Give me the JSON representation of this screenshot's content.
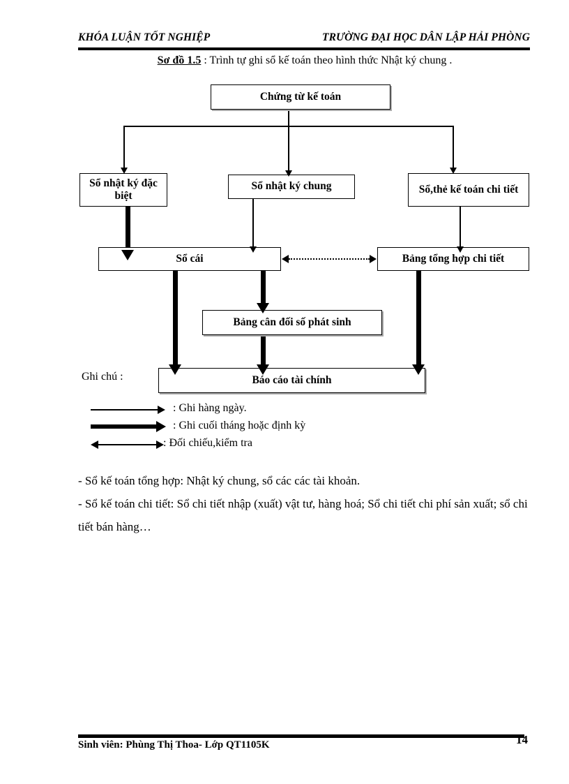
{
  "header": {
    "left": "KHÓA LUẬN TỐT NGHIỆP",
    "right": "TRƯỜNG ĐẠI HỌC DÂN LẬP HẢI PHÒNG"
  },
  "caption": {
    "label": "Sơ đồ 1.5",
    "text": ": Trình tự ghi sổ kế toán theo hình thức Nhật ký chung ."
  },
  "diagram": {
    "nodes": {
      "source": "Chứng từ kế toán",
      "special_journal": "Sổ nhật ký đặc biệt",
      "general_journal": "Sổ nhật ký chung",
      "detail_ledger": "Sổ,thẻ kế toán chi tiết",
      "ledger": "Sổ cái",
      "detail_summary": "Bảng tổng hợp chi tiết",
      "trial_balance": "Bảng cân đối số phát sinh",
      "financial_report": "Báo cáo tài chính"
    }
  },
  "notes": {
    "title": "Ghi chú :",
    "legend": [
      {
        "arrow": "thin-arrow-right",
        "text": ":  Ghi  hàng ngày."
      },
      {
        "arrow": "thick-arrow-right",
        "text": ": Ghi cuối tháng hoặc định kỳ"
      },
      {
        "arrow": "double-arrow",
        "text": ": Đối chiếu,kiểm tra"
      }
    ]
  },
  "body": {
    "line1": "- Sổ kế toán tổng hợp: Nhật ký chung, sổ các các tài khoản.",
    "line2": "- Sổ kế toán chi tiết: Sổ chi tiết nhập (xuất) vật tư, hàng hoá; Sổ chi tiết chi phí sản xuất; sổ chi tiết bán hàng…"
  },
  "footer": {
    "student": "Sinh viên: Phùng Thị Thoa- Lớp QT1105K",
    "page": "14"
  }
}
